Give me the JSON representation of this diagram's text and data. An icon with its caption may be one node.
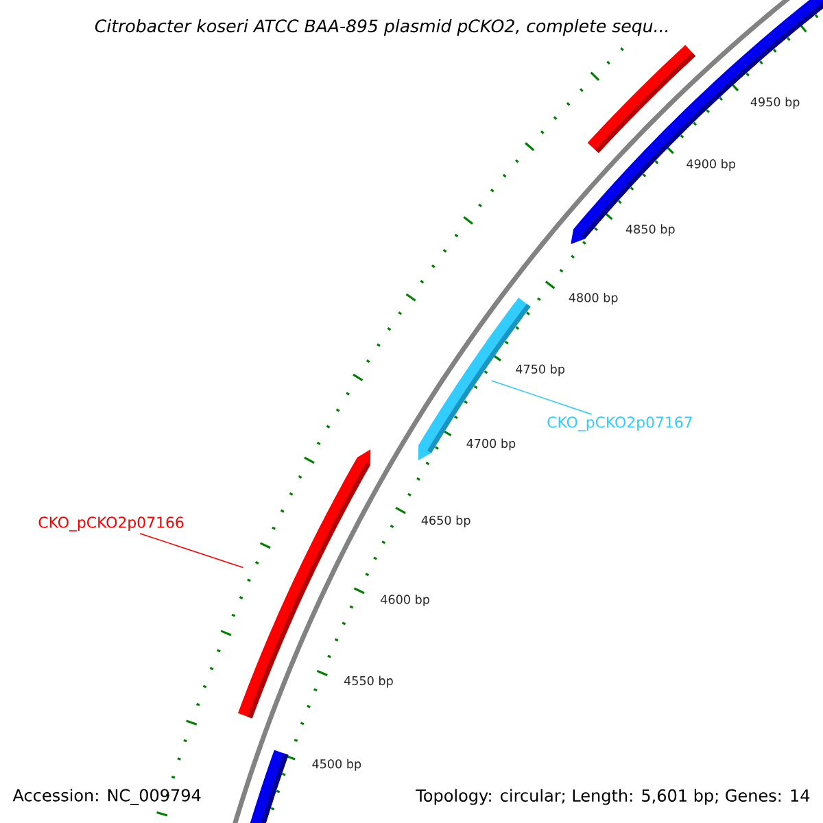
{
  "diagram": {
    "title": "Citrobacter koseri ATCC BAA-895 plasmid pCKO2, complete sequ...",
    "nodes": [
      {
        "text": [],
        "shape": "bar"
      },
      {
        "text": [],
        "shape": "bar"
      },
      {
        "text": [],
        "shape": "bar"
      },
      {
        "text": [
          "CKO_pCKO2p07167"
        ]
      },
      {
        "text": [
          "CKO_pCKO2p07166"
        ]
      },
      {
        "text": [],
        "shape": "bar"
      },
      {
        "text": [],
        "shape": "bar"
      }
    ],
    "edges": [
      {
        "from": 3,
        "to": 2,
        "arrow": "none",
        "color": "#33ccff"
      },
      {
        "from": 4,
        "to": 5,
        "arrow": "none",
        "color": "#ff0000"
      }
    ],
    "labels": [
      "4950 bp",
      "4900 bp",
      "4850 bp",
      "4800 bp",
      "4750 bp",
      "4700 bp",
      "4650 bp",
      "4600 bp",
      "4550 bp",
      "4500 bp",
      "Accession: NC_009794",
      "Topology: circular; Length: 5,601 bp; Genes: 14"
    ]
  }
}
